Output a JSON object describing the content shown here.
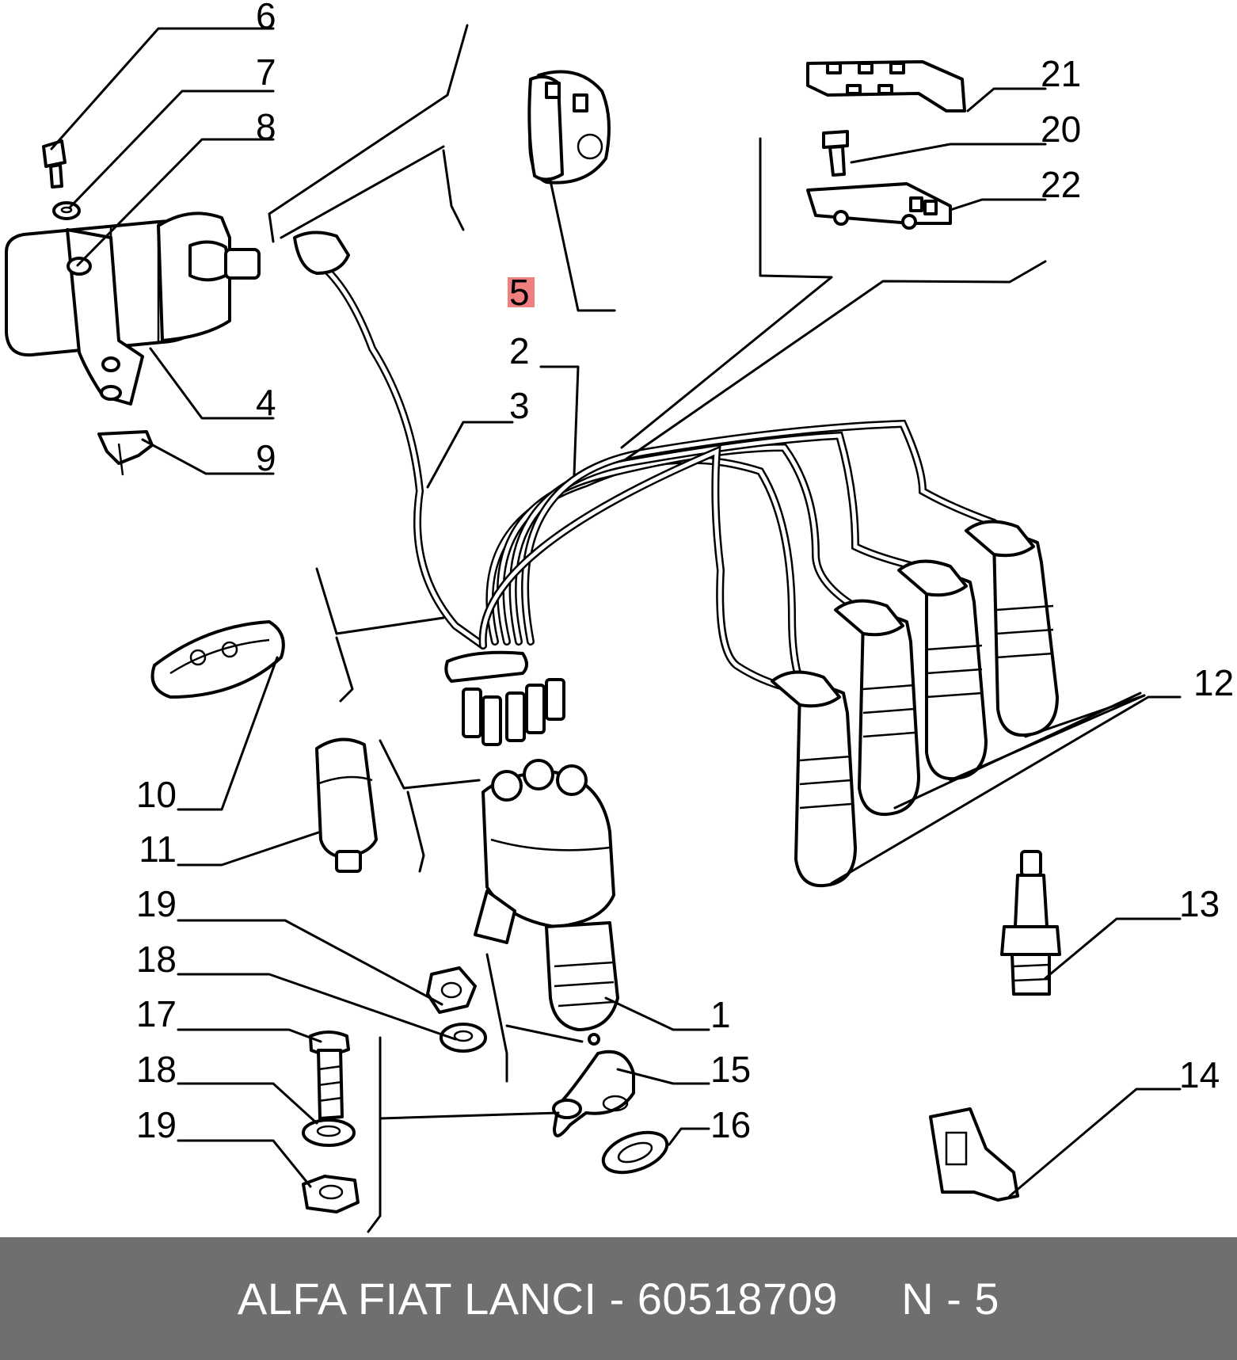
{
  "diagram": {
    "highlight_color": "#f08080",
    "callouts": [
      "6",
      "7",
      "8",
      "5",
      "2",
      "3",
      "4",
      "9",
      "21",
      "20",
      "22",
      "12",
      "10",
      "11",
      "19",
      "18",
      "17",
      "18",
      "19",
      "1",
      "15",
      "16",
      "13",
      "14"
    ]
  },
  "footer": {
    "text": "ALFA FIAT LANCI - 60518709     N - 5",
    "background": "#6f6f6f",
    "color": "#ffffff"
  }
}
